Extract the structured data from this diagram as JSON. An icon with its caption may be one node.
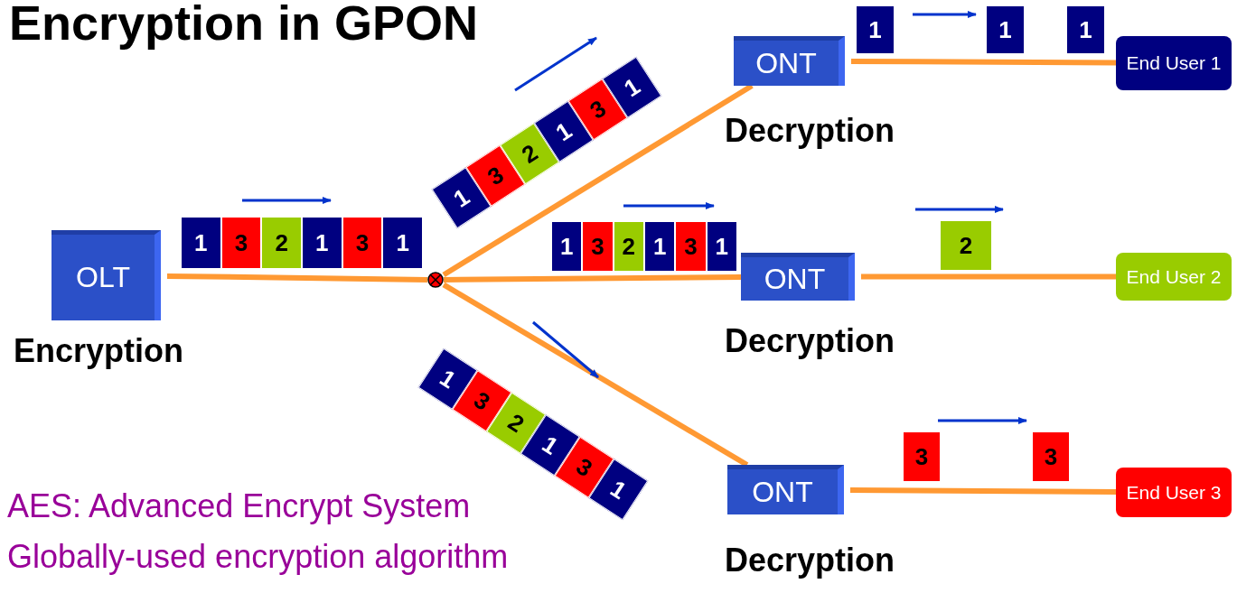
{
  "diagram": {
    "title": "Encryption in GPON",
    "nodes": [
      {
        "text": [
          "OLT"
        ],
        "beside": [
          "Encryption"
        ]
      },
      {
        "text": [],
        "shape": "circle"
      },
      {
        "text": [
          "ONT"
        ],
        "beside": [
          "Decryption"
        ]
      },
      {
        "text": [
          "ONT"
        ],
        "beside": [
          "Decryption"
        ]
      },
      {
        "text": [
          "ONT"
        ],
        "beside": [
          "Decryption"
        ]
      },
      {
        "text": [
          "End User 1"
        ]
      },
      {
        "text": [
          "End User 2"
        ]
      },
      {
        "text": [
          "End User 3"
        ]
      },
      {
        "text": [
          "1"
        ]
      },
      {
        "text": [
          "3"
        ]
      },
      {
        "text": [
          "2"
        ]
      },
      {
        "text": [
          "1"
        ]
      },
      {
        "text": [
          "3"
        ]
      },
      {
        "text": [
          "1"
        ]
      },
      {
        "text": [
          "1"
        ]
      },
      {
        "text": [
          "3"
        ]
      },
      {
        "text": [
          "2"
        ]
      },
      {
        "text": [
          "1"
        ]
      },
      {
        "text": [
          "3"
        ]
      },
      {
        "text": [
          "1"
        ]
      },
      {
        "text": [
          "1"
        ]
      },
      {
        "text": [
          "3"
        ]
      },
      {
        "text": [
          "2"
        ]
      },
      {
        "text": [
          "1"
        ]
      },
      {
        "text": [
          "3"
        ]
      },
      {
        "text": [
          "1"
        ]
      },
      {
        "text": [
          "1"
        ]
      },
      {
        "text": [
          "3"
        ]
      },
      {
        "text": [
          "2"
        ]
      },
      {
        "text": [
          "1"
        ]
      },
      {
        "text": [
          "3"
        ]
      },
      {
        "text": [
          "1"
        ]
      },
      {
        "text": [
          "1"
        ]
      },
      {
        "text": [
          "1"
        ]
      },
      {
        "text": [
          "1"
        ]
      },
      {
        "text": [
          "2"
        ]
      },
      {
        "text": [
          "3"
        ]
      },
      {
        "text": [
          "3"
        ]
      }
    ],
    "edges": [
      {
        "from": 0,
        "to": 1,
        "arrow": "none"
      },
      {
        "from": 1,
        "to": 2,
        "arrow": "none"
      },
      {
        "from": 1,
        "to": 3,
        "arrow": "none"
      },
      {
        "from": 1,
        "to": 4,
        "arrow": "none"
      },
      {
        "from": 2,
        "to": 5,
        "arrow": "none"
      },
      {
        "from": 3,
        "to": 6,
        "arrow": "none"
      },
      {
        "from": 4,
        "to": 7,
        "arrow": "none"
      }
    ],
    "labels": [
      "AES: Advanced Encrypt System",
      "Globally-used encryption algorithm"
    ]
  }
}
